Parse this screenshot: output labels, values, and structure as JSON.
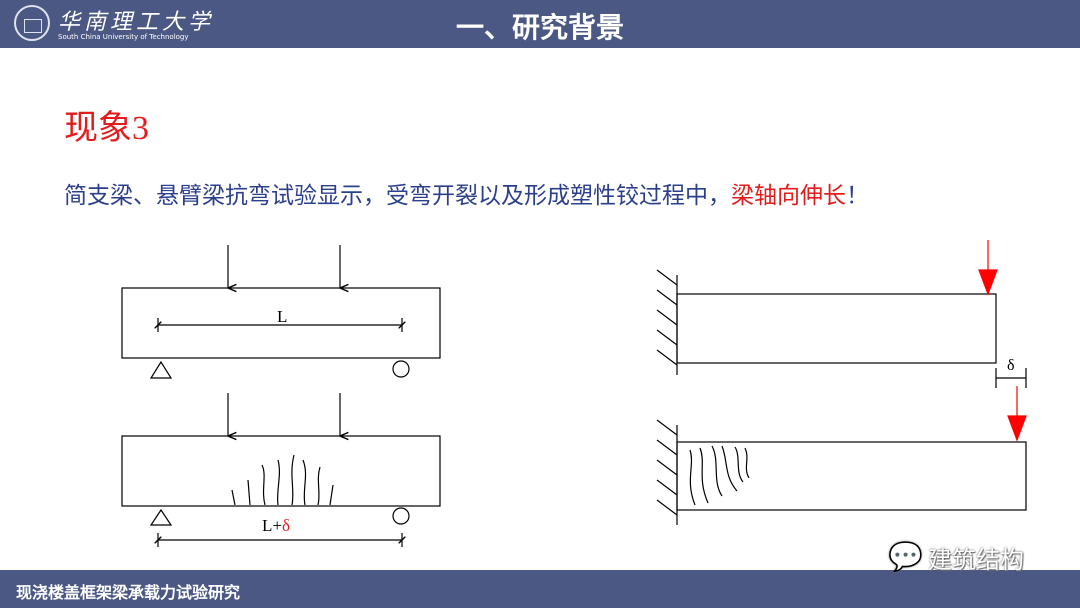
{
  "header": {
    "university_cn": "华南理工大学",
    "university_en": "South China University of Technology",
    "title": "一、研究背景"
  },
  "heading": "现象3",
  "statement": {
    "text": "简支梁、悬臂梁抗弯试验显示，受弯开裂以及形成塑性铰过程中，",
    "highlight": "梁轴向伸长",
    "end": "！"
  },
  "diagram": {
    "span_label": "L",
    "extended_prefix": "L+",
    "delta": "δ"
  },
  "footer": {
    "text": "现浇楼盖框架梁承载力试验研究"
  },
  "watermark": {
    "text": "建筑结构",
    "icon": "wechat-icon"
  }
}
